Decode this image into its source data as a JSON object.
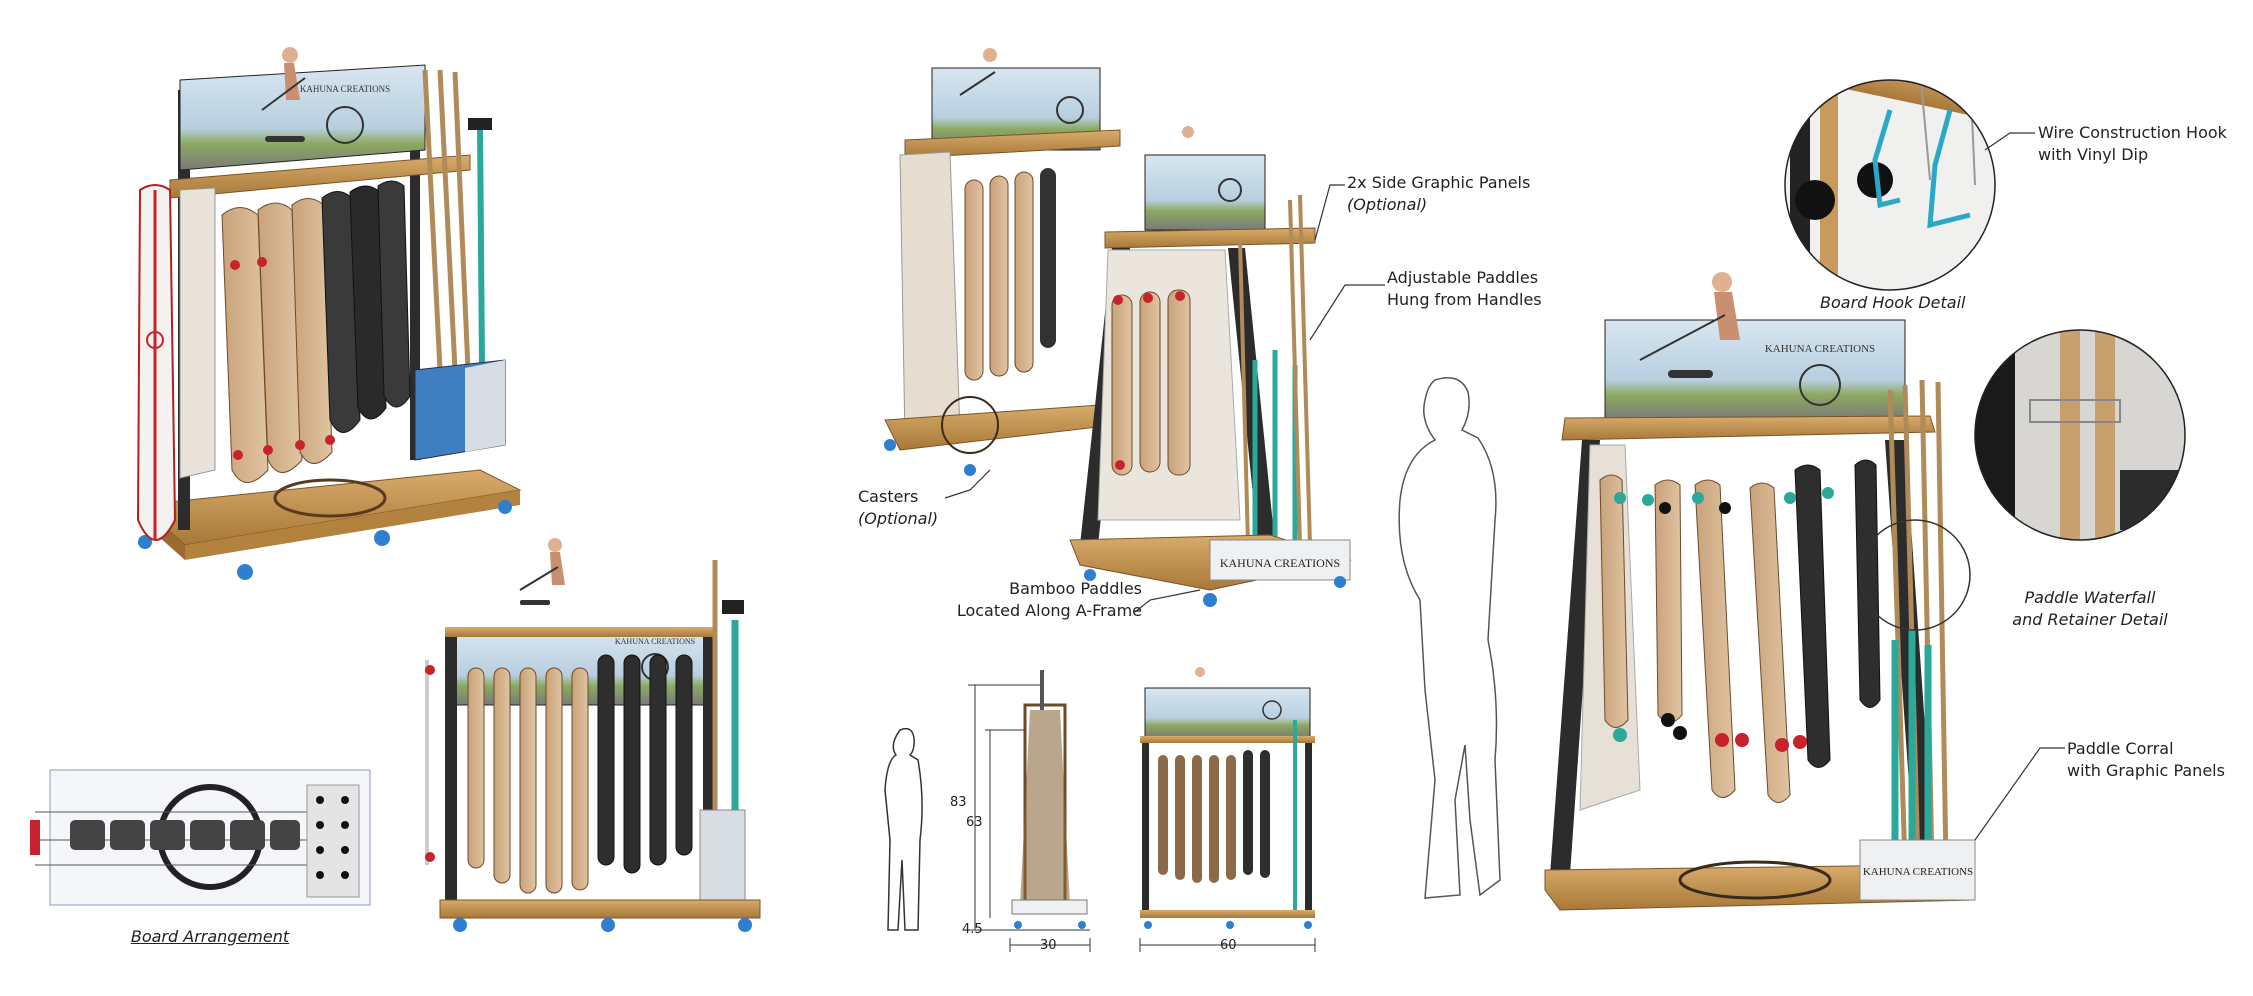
{
  "brand": "Kahuna Creations",
  "captions": {
    "board_arrangement": "Board Arrangement",
    "board_hook_detail": "Board Hook Detail",
    "paddle_waterfall": [
      "Paddle Waterfall",
      "and Retainer Detail"
    ]
  },
  "callouts": {
    "side_graphic_panels": [
      "2x Side Graphic Panels",
      "(Optional)"
    ],
    "adjustable_paddles": [
      "Adjustable Paddles",
      "Hung from Handles"
    ],
    "casters": [
      "Casters",
      "(Optional)"
    ],
    "bamboo_paddles": [
      "Bamboo Paddles",
      "Located Along A-Frame"
    ],
    "wire_hook": [
      "Wire Construction Hook",
      "with Vinyl Dip"
    ],
    "paddle_corral": [
      "Paddle Corral",
      "with Graphic Panels"
    ]
  },
  "dimensions": {
    "overall_height": "83",
    "frame_height": "63",
    "caster_height": "4.5",
    "depth": "30",
    "width": "60"
  },
  "colors": {
    "wood": "#c89a5c",
    "wood_dark": "#a97a3e",
    "frame": "#2c2c2c",
    "teal": "#2aa89a",
    "caster": "#2f7fd0",
    "wheel_red": "#c8232c",
    "sky": "#a8c8e0",
    "grass": "#6f9a3e"
  }
}
